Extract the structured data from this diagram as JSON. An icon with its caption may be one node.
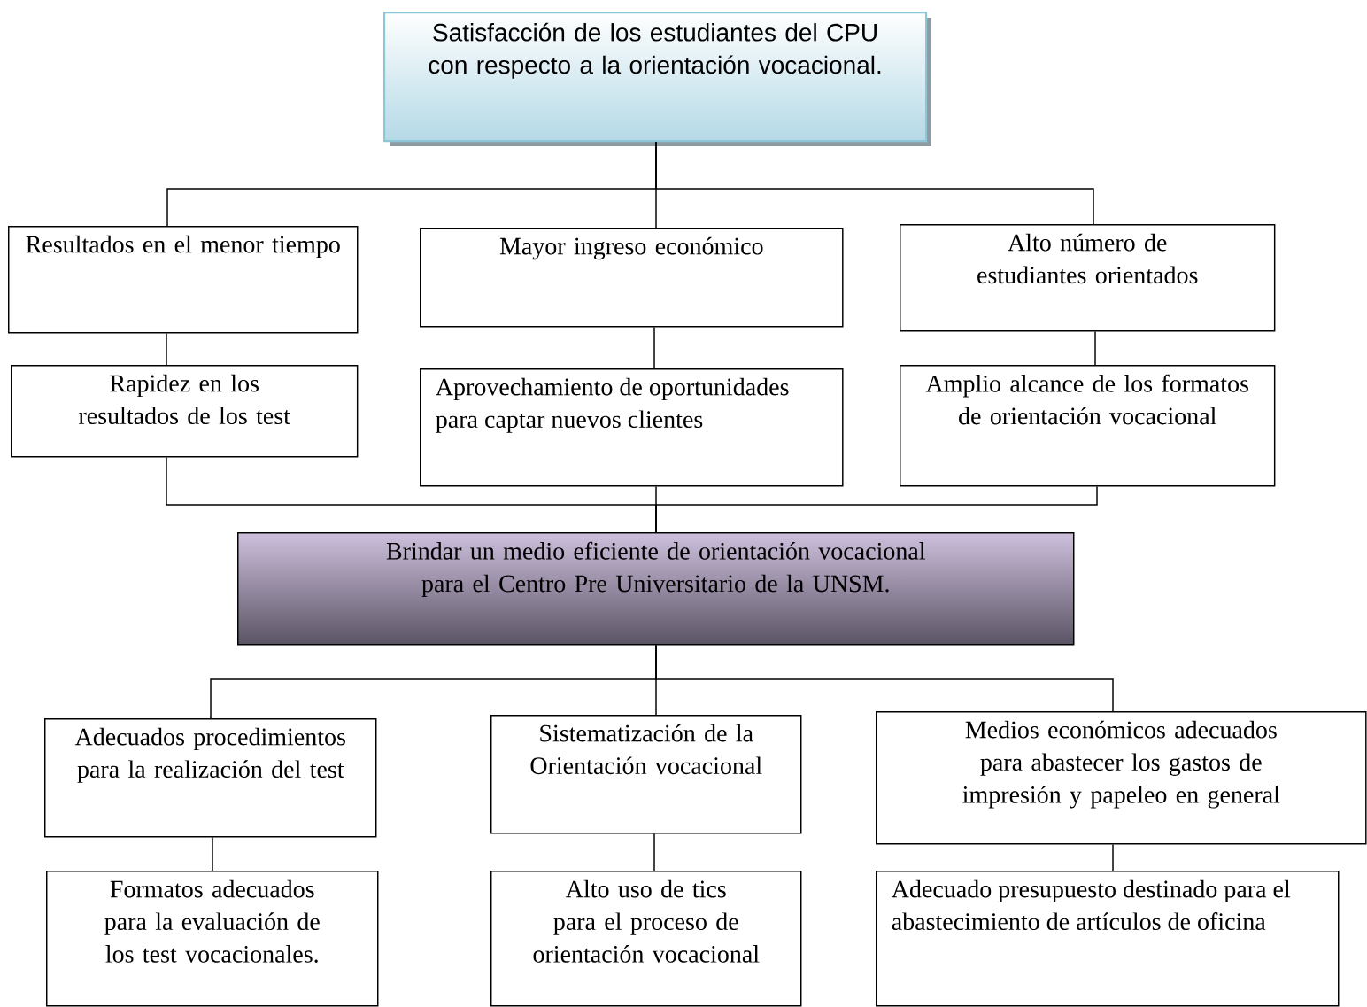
{
  "diagram": {
    "nodes": [
      {
        "text": [
          "Satisfacción de los estudiantes del CPU con respecto a la orientación vocacional."
        ]
      },
      {
        "text": [
          "Resultados en el menor tiempo"
        ]
      },
      {
        "text": [
          "Mayor ingreso económico"
        ]
      },
      {
        "text": [
          "Alto número de estudiantes orientados"
        ]
      },
      {
        "text": [
          "Rapidez en los resultados de los test"
        ]
      },
      {
        "text": [
          "Aprovechamiento de oportunidades para captar nuevos clientes"
        ]
      },
      {
        "text": [
          "Amplio alcance de los formatos de orientación vocacional"
        ]
      },
      {
        "text": [
          "Brindar un medio eficiente de orientación vocacional para el Centro Pre Universitario de la UNSM."
        ]
      },
      {
        "text": [
          "Adecuados procedimientos para la realización del test"
        ]
      },
      {
        "text": [
          "Sistematización de la Orientación vocacional"
        ]
      },
      {
        "text": [
          "Medios económicos adecuados para abastecer los gastos de impresión y papeleo en general"
        ]
      },
      {
        "text": [
          "Formatos adecuados para la evaluación de los test vocacionales."
        ]
      },
      {
        "text": [
          "Alto uso de tics para el proceso de orientación vocacional"
        ]
      },
      {
        "text": [
          "Adecuado presupuesto destinado para el abastecimiento de artículos de oficina"
        ]
      }
    ],
    "edges": [
      {
        "from": 0,
        "to": 1,
        "arrow": "none"
      },
      {
        "from": 0,
        "to": 2,
        "arrow": "none"
      },
      {
        "from": 0,
        "to": 3,
        "arrow": "none"
      },
      {
        "from": 1,
        "to": 4,
        "arrow": "none"
      },
      {
        "from": 2,
        "to": 5,
        "arrow": "none"
      },
      {
        "from": 3,
        "to": 6,
        "arrow": "none"
      },
      {
        "from": 4,
        "to": 7,
        "arrow": "none"
      },
      {
        "from": 5,
        "to": 7,
        "arrow": "none"
      },
      {
        "from": 6,
        "to": 7,
        "arrow": "none"
      },
      {
        "from": 7,
        "to": 8,
        "arrow": "none"
      },
      {
        "from": 7,
        "to": 9,
        "arrow": "none"
      },
      {
        "from": 7,
        "to": 10,
        "arrow": "none"
      },
      {
        "from": 8,
        "to": 11,
        "arrow": "none"
      },
      {
        "from": 9,
        "to": 12,
        "arrow": "none"
      },
      {
        "from": 10,
        "to": 13,
        "arrow": "none"
      }
    ]
  }
}
